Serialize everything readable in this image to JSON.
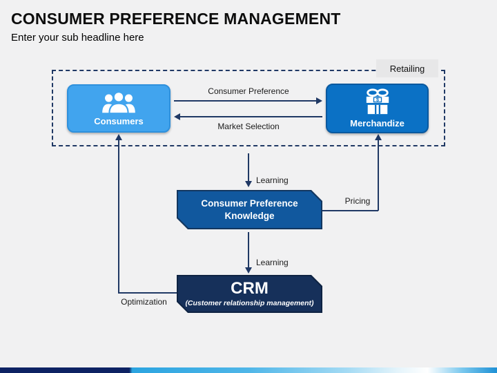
{
  "header": {
    "title": "CONSUMER PREFERENCE MANAGEMENT",
    "subtitle": "Enter your sub headline here"
  },
  "diagram": {
    "group_label": "Retailing",
    "nodes": {
      "consumers": {
        "label": "Consumers",
        "icon": "people-group-icon"
      },
      "merchandize": {
        "label": "Merchandize",
        "icon": "gift-box-dollar-icon"
      },
      "knowledge": {
        "label": "Consumer Preference Knowledge"
      },
      "crm": {
        "title": "CRM",
        "subtitle": "(Customer relationship management)"
      }
    },
    "labels": {
      "consumer_preference": "Consumer Preference",
      "market_selection": "Market Selection",
      "learning_top": "Learning",
      "pricing": "Pricing",
      "learning_bottom": "Learning",
      "optimization": "Optimization"
    },
    "colors": {
      "consumers_fill": "#41a4ee",
      "consumers_border": "#2e90dc",
      "merchandize_fill": "#0b71c5",
      "merchandize_border": "#0a599f",
      "knowledge_fill": "#11589e",
      "crm_fill": "#16305a",
      "connector": "#1f3864",
      "group_label_bg": "#e7e7e8",
      "footer_navy": "#0d2263",
      "footer_blue": "#1e90d5"
    }
  }
}
